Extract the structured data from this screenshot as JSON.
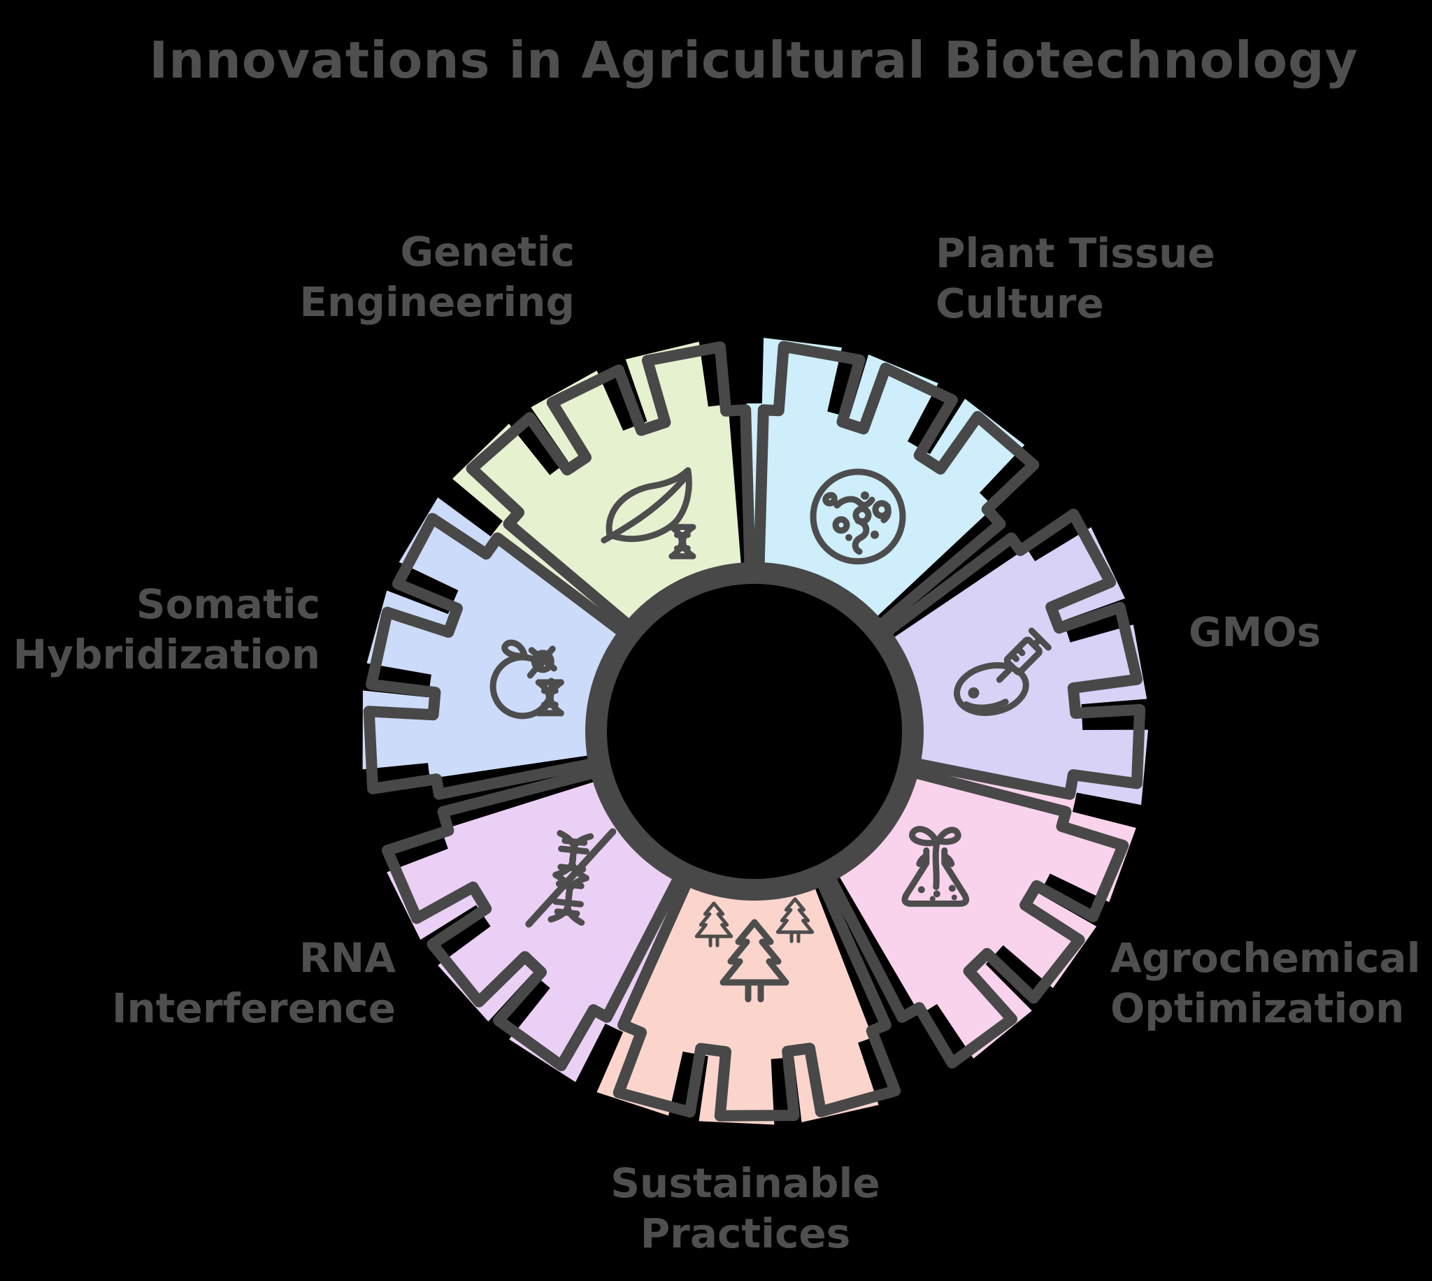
{
  "title": "Innovations in Agricultural Biotechnology",
  "diagram": {
    "type": "gear-cycle",
    "background_color": "#000000",
    "outline_color": "#484848",
    "text_color": "#4f4f4f",
    "segments": [
      {
        "id": "plant-tissue-culture",
        "label": "Plant Tissue\nCulture",
        "color": "#cdeefa",
        "icon": "petri-dish-icon"
      },
      {
        "id": "gmos",
        "label": "GMOs",
        "color": "#d8d2f7",
        "icon": "syringe-cell-icon"
      },
      {
        "id": "agrochemical-optimization",
        "label": "Agrochemical\nOptimization",
        "color": "#f9d2ec",
        "icon": "flask-sprout-icon"
      },
      {
        "id": "sustainable-practices",
        "label": "Sustainable\nPractices",
        "color": "#fbd5cc",
        "icon": "pine-trees-icon"
      },
      {
        "id": "rna-interference",
        "label": "RNA\nInterference",
        "color": "#ebd0f5",
        "icon": "dna-slash-icon"
      },
      {
        "id": "somatic-hybridization",
        "label": "Somatic\nHybridization",
        "color": "#ccdbf9",
        "icon": "apple-dna-icon"
      },
      {
        "id": "genetic-engineering",
        "label": "Genetic\nEngineering",
        "color": "#e6f1d0",
        "icon": "leaf-dna-icon"
      }
    ]
  }
}
